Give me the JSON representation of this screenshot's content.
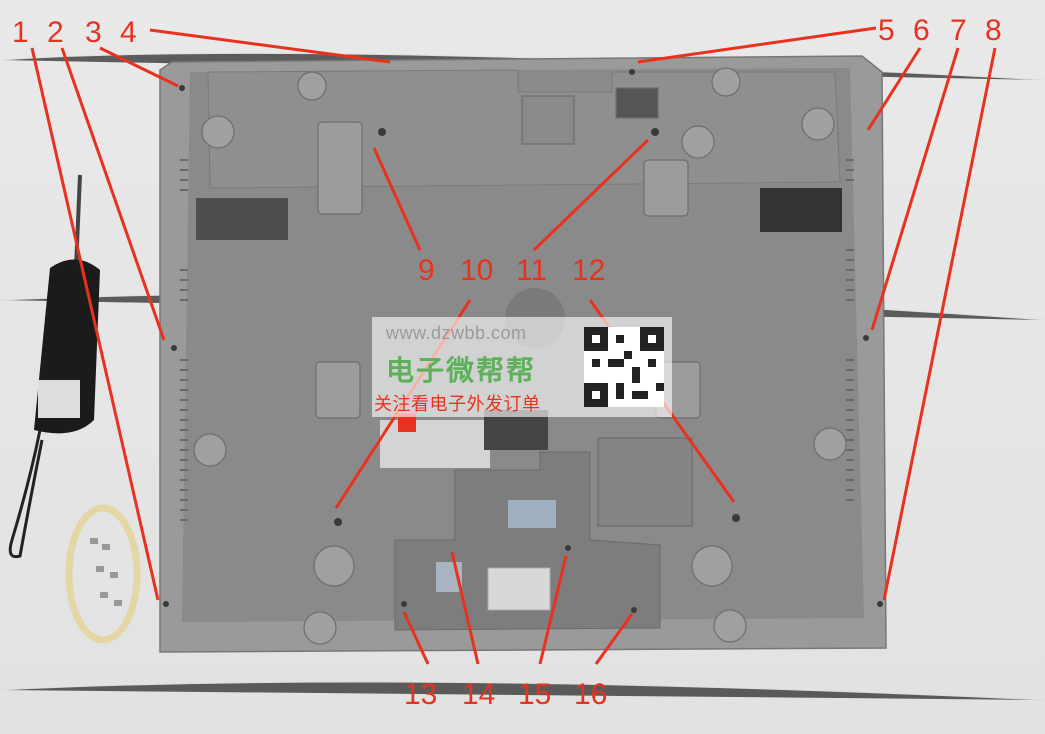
{
  "photo": {
    "subject": "back panel of a gray plastic device housing",
    "colors": {
      "background": "#e6e6e6",
      "housing": "#8c8c8c",
      "housing_dark": "#6e6e6e",
      "accent_callout": "#e8321f",
      "watermark_green": "#5fb05a"
    }
  },
  "callouts": {
    "top": [
      "1",
      "2",
      "3",
      "4",
      "5",
      "6",
      "7",
      "8"
    ],
    "middle": [
      "9",
      "10",
      "11",
      "12"
    ],
    "bottom": [
      "13",
      "14",
      "15",
      "16"
    ]
  },
  "watermark": {
    "url": "www.dzwbb.com",
    "name": "电子微帮帮",
    "slogan": "关注看电子外发订单"
  },
  "tools": [
    "screwdriver-icon",
    "rubber-band-icon",
    "screws-icon"
  ]
}
